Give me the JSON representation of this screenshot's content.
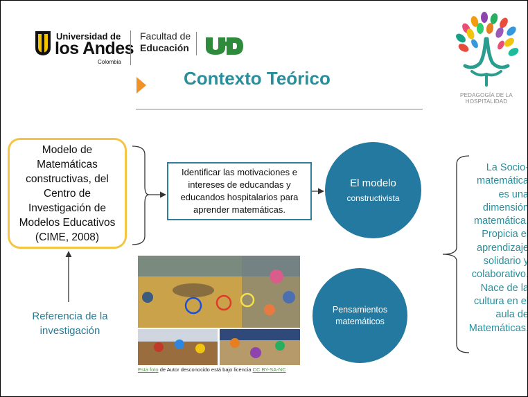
{
  "header": {
    "university": {
      "line1": "Universidad de",
      "line2": "los Andes",
      "line3": "Colombia"
    },
    "faculty": {
      "line1": "Facultad de",
      "line2": "Educación"
    },
    "ud_logo_text": "UD",
    "pedagogy_caption": "PEDAGOGÍA DE LA HOSPITALIDAD"
  },
  "title": "Contexto Teórico",
  "model_box": {
    "text": "Modelo de Matemáticas constructivas, del Centro de Investigación de Modelos Educativos (CIME, 2008)"
  },
  "ident_box": {
    "text": "Identificar las motivaciones e intereses de educandas y educandos hospitalarios para aprender matemáticas."
  },
  "circle_constructivist": {
    "line1": "El modelo",
    "line2": "constructivista"
  },
  "circle_thinking": {
    "line1": "Pensamientos",
    "line2": "matemáticos"
  },
  "reference_label": "Referencia de la investigación",
  "right_text": {
    "lines": [
      "La Socio-",
      "matemática",
      "es una",
      "dimensión",
      "matemática.",
      "Propicia el",
      "aprendizaje",
      "solidario y",
      "colaborativo.",
      "Nace de la",
      "cultura en el",
      "aula de",
      "Matemáticas."
    ]
  },
  "photo_caption": {
    "link1": "Esta foto",
    "middle": " de Autor desconocido está bajo licencia ",
    "link2": "CC BY-SA-NC"
  },
  "colors": {
    "accent_teal": "#2a8f9c",
    "circle_blue": "#2379a0",
    "box_border_yellow": "#f4c542",
    "box_border_blue": "#2f7f96",
    "divider_purple": "#b25fc7",
    "arrow_orange": "#f0922a"
  }
}
